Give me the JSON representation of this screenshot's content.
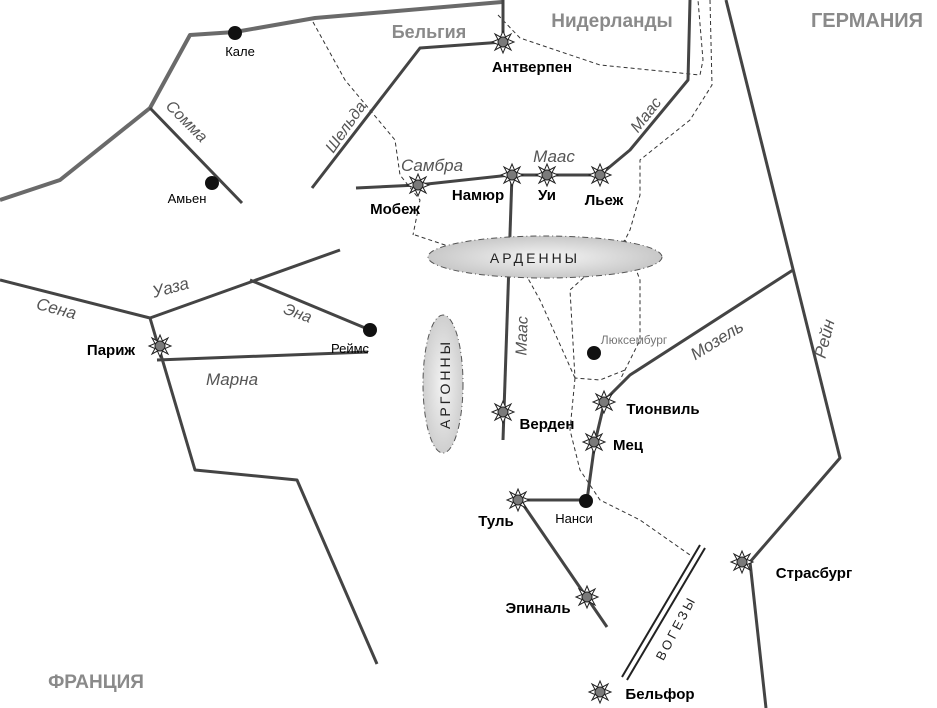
{
  "countries": {
    "germany": "ГЕРМАНИЯ",
    "netherlands": "Нидерланды",
    "belgium": "Бельгия",
    "france": "ФРАНЦИЯ",
    "luxembourg": "Люксембург"
  },
  "rivers": {
    "somme": "Сомма",
    "scheldt": "Шельда",
    "sambre": "Самбра",
    "meuse_north": "Маас",
    "meuse_east": "Маас",
    "meuse_south": "Маас",
    "oise": "Уаза",
    "seine": "Сена",
    "aisne": "Эна",
    "marne": "Марна",
    "moselle": "Мозель",
    "rhine": "Рейн"
  },
  "regions": {
    "ardennes": "АРДЕННЫ",
    "argonne": "АРГОННЫ",
    "vosges": "ВОГЕЗЫ"
  },
  "cities": {
    "calais": "Кале",
    "antwerp": "Антверпен",
    "amiens": "Амьен",
    "maubeuge": "Мобеж",
    "namur": "Намюр",
    "huy": "Уи",
    "liege": "Льеж",
    "paris": "Париж",
    "reims": "Реймс",
    "verdun": "Верден",
    "thionville": "Тионвиль",
    "metz": "Мец",
    "toul": "Туль",
    "nancy": "Нанси",
    "epinal": "Эпиналь",
    "strasbourg": "Страсбург",
    "belfort": "Бельфор"
  },
  "legend_semantics": {
    "fortress_icon": "sunburst-fortress-icon",
    "city_icon": "filled-dot-city-icon"
  },
  "colors": {
    "border_line": "#6a6a6a",
    "river_line": "#444444",
    "frontier_dashed": "#333333",
    "country_label": "#8a8a8a",
    "fortress_fill": "#7a7a7a"
  }
}
